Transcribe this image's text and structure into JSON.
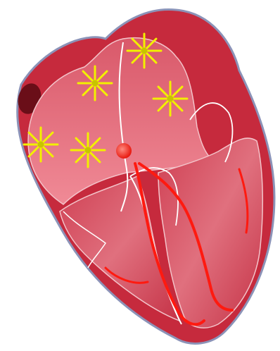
{
  "figure": {
    "subject": "heart-cross-section",
    "colors": {
      "background": "#ffffff",
      "outline": "#8c93b8",
      "myocardium": "#c62a3d",
      "myocardium_dark": "#a81d30",
      "chamber_atrium": "#e4707e",
      "chamber_ventricle": "#d4485a",
      "septum_highlight": "#ffffff",
      "conduction": "#ff1a10",
      "node": "#ff2a1c",
      "vessel_opening": "#6a0e18",
      "spark": "#f2f000",
      "spark_core": "#c8c400"
    },
    "sparks": [
      {
        "id": "spark-left-atrium-1",
        "icon": "spark-icon"
      },
      {
        "id": "spark-left-atrium-2",
        "icon": "spark-icon"
      },
      {
        "id": "spark-upper-1",
        "icon": "spark-icon"
      },
      {
        "id": "spark-upper-2",
        "icon": "spark-icon"
      },
      {
        "id": "spark-right-atrium",
        "icon": "spark-icon"
      }
    ]
  }
}
